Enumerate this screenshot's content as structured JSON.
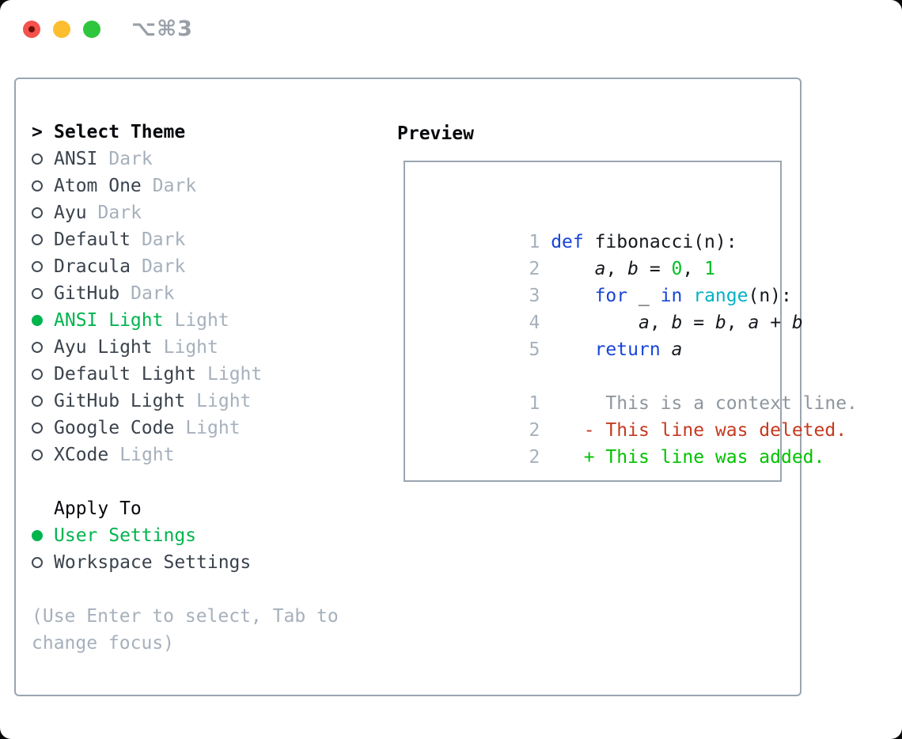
{
  "window": {
    "shortcut": "⌥⌘3"
  },
  "colors": {
    "selection_green": "#00b44e",
    "keyword_blue": "#1745d8",
    "builtin_cyan": "#00b2c6",
    "number_green": "#00c026",
    "added_green": "#00c200",
    "deleted_red": "#c43a1f",
    "muted_gray": "#a6b0bc",
    "border_gray": "#9aa5b1"
  },
  "theme_panel": {
    "header": {
      "prompt": ">",
      "label": "Select Theme"
    },
    "themes": [
      {
        "name": "ANSI",
        "tag": "Dark",
        "selected": false
      },
      {
        "name": "Atom One",
        "tag": "Dark",
        "selected": false
      },
      {
        "name": "Ayu",
        "tag": "Dark",
        "selected": false
      },
      {
        "name": "Default",
        "tag": "Dark",
        "selected": false
      },
      {
        "name": "Dracula",
        "tag": "Dark",
        "selected": false
      },
      {
        "name": "GitHub",
        "tag": "Dark",
        "selected": false
      },
      {
        "name": "ANSI Light",
        "tag": "Light",
        "selected": true
      },
      {
        "name": "Ayu Light",
        "tag": "Light",
        "selected": false
      },
      {
        "name": "Default Light",
        "tag": "Light",
        "selected": false
      },
      {
        "name": "GitHub Light",
        "tag": "Light",
        "selected": false
      },
      {
        "name": "Google Code",
        "tag": "Light",
        "selected": false
      },
      {
        "name": "XCode",
        "tag": "Light",
        "selected": false
      }
    ],
    "apply_to": {
      "label": "Apply To",
      "options": [
        {
          "name": "User Settings",
          "selected": true
        },
        {
          "name": "Workspace Settings",
          "selected": false
        }
      ]
    },
    "hint_lines": [
      "(Use Enter to select, Tab to",
      "change focus)"
    ]
  },
  "preview": {
    "title": "Preview",
    "lines": [
      {
        "segs": [
          {
            "t": "1 ",
            "c": "ln"
          },
          {
            "t": "def",
            "c": "kw"
          },
          {
            "t": " fibonacci(n):",
            "c": "fg"
          }
        ]
      },
      {
        "segs": [
          {
            "t": "2 ",
            "c": "ln"
          },
          {
            "t": "    ",
            "c": "fg"
          },
          {
            "t": "a",
            "c": "var"
          },
          {
            "t": ", ",
            "c": "fg"
          },
          {
            "t": "b",
            "c": "var"
          },
          {
            "t": " = ",
            "c": "fg"
          },
          {
            "t": "0",
            "c": "num"
          },
          {
            "t": ", ",
            "c": "fg"
          },
          {
            "t": "1",
            "c": "num"
          }
        ]
      },
      {
        "segs": [
          {
            "t": "3 ",
            "c": "ln"
          },
          {
            "t": "    ",
            "c": "fg"
          },
          {
            "t": "for",
            "c": "kw"
          },
          {
            "t": " _ ",
            "c": "fg"
          },
          {
            "t": "in",
            "c": "kw"
          },
          {
            "t": " ",
            "c": "fg"
          },
          {
            "t": "range",
            "c": "fn"
          },
          {
            "t": "(n):",
            "c": "fg"
          }
        ]
      },
      {
        "segs": [
          {
            "t": "4 ",
            "c": "ln"
          },
          {
            "t": "        ",
            "c": "fg"
          },
          {
            "t": "a",
            "c": "var"
          },
          {
            "t": ", ",
            "c": "fg"
          },
          {
            "t": "b",
            "c": "var"
          },
          {
            "t": " = ",
            "c": "fg"
          },
          {
            "t": "b",
            "c": "var"
          },
          {
            "t": ", ",
            "c": "fg"
          },
          {
            "t": "a",
            "c": "var"
          },
          {
            "t": " + ",
            "c": "fg"
          },
          {
            "t": "b",
            "c": "var"
          }
        ]
      },
      {
        "segs": [
          {
            "t": "5 ",
            "c": "ln"
          },
          {
            "t": "    ",
            "c": "fg"
          },
          {
            "t": "return",
            "c": "kw"
          },
          {
            "t": " ",
            "c": "fg"
          },
          {
            "t": "a",
            "c": "var"
          }
        ]
      },
      {
        "segs": []
      },
      {
        "segs": [
          {
            "t": "1 ",
            "c": "ln"
          },
          {
            "t": "     This is a context line.",
            "c": "ctx"
          }
        ]
      },
      {
        "segs": [
          {
            "t": "2 ",
            "c": "ln"
          },
          {
            "t": "   ",
            "c": "fg"
          },
          {
            "t": "- This line was deleted.",
            "c": "del"
          }
        ]
      },
      {
        "segs": [
          {
            "t": "2 ",
            "c": "ln"
          },
          {
            "t": "   ",
            "c": "fg"
          },
          {
            "t": "+ This line was added.",
            "c": "add"
          }
        ]
      }
    ]
  }
}
